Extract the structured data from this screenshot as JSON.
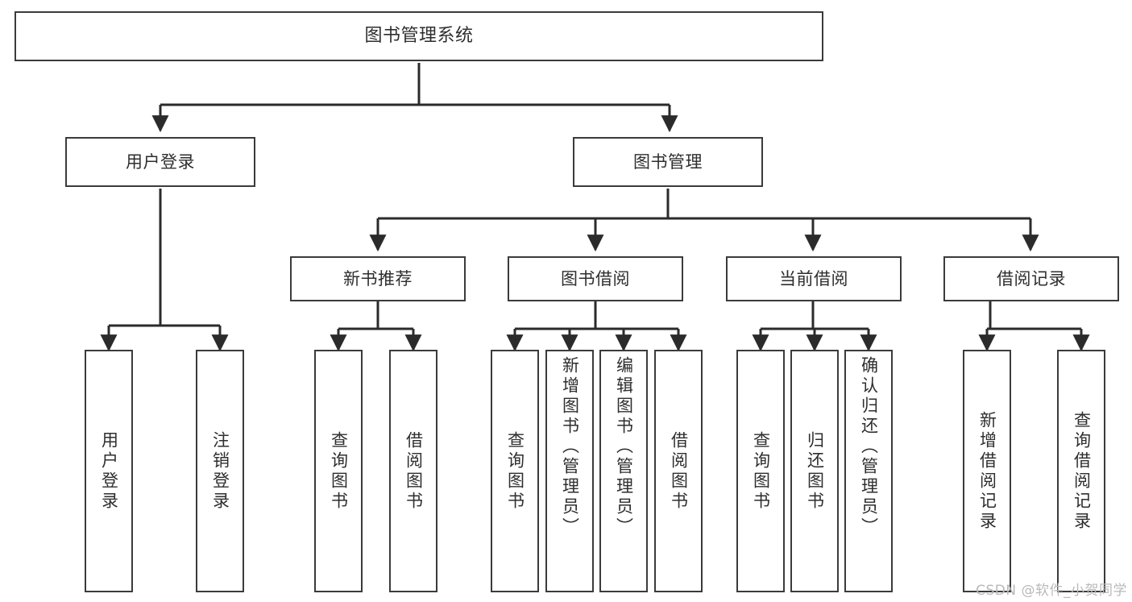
{
  "diagram": {
    "title": "图书管理系统",
    "watermark": "CSDN @软件_小贺同学",
    "colors": {
      "box_border": "#3b3b3b",
      "box_fill": "#ffffff",
      "connector": "#2b2b2b",
      "text": "#2e2e2e",
      "watermark": "#b9b9b9",
      "background": "#ffffff"
    },
    "root": {
      "label": "图书管理系统"
    },
    "level2": [
      {
        "label": "用户登录"
      },
      {
        "label": "图书管理"
      }
    ],
    "level3": [
      {
        "label": "新书推荐"
      },
      {
        "label": "图书借阅"
      },
      {
        "label": "当前借阅"
      },
      {
        "label": "借阅记录"
      }
    ],
    "leaves": {
      "user_login": [
        {
          "label": "用户登录"
        },
        {
          "label": "注销登录"
        }
      ],
      "new_book_recommend": [
        {
          "label": "查询图书"
        },
        {
          "label": "借阅图书"
        }
      ],
      "book_borrow": [
        {
          "label": "查询图书"
        },
        {
          "label": "新增图书（管理员）"
        },
        {
          "label": "编辑图书（管理员）"
        },
        {
          "label": "借阅图书"
        }
      ],
      "current_borrow": [
        {
          "label": "查询图书"
        },
        {
          "label": "归还图书"
        },
        {
          "label": "确认归还（管理员）"
        }
      ],
      "borrow_record": [
        {
          "label": "新增借阅记录"
        },
        {
          "label": "查询借阅记录"
        }
      ]
    }
  }
}
